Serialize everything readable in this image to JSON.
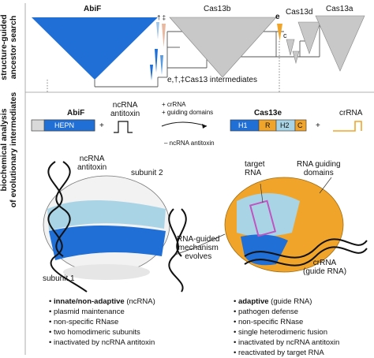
{
  "side_labels": {
    "top": [
      "structure-guided",
      "ancestor search"
    ],
    "bottom": [
      "biochemical analysis",
      "of evolutionary intermediates"
    ]
  },
  "tree": {
    "abif": "AbiF",
    "cas13b": "Cas13b",
    "cas13d": "Cas13d",
    "cas13a": "Cas13a",
    "label_e": "e",
    "label_c": "c",
    "symbols_top": "† ‡",
    "intermediates": "e,†,‡Cas13 intermediates",
    "colors": {
      "abif_blue": "#1f6fd6",
      "cas_grey": "#c8c8c8",
      "cas13e_orange": "#f0a52a"
    }
  },
  "scheme": {
    "abif_title": "AbiF",
    "hepn": "HEPN",
    "plus1": "+",
    "ncrna_antitoxin": [
      "ncRNA",
      "antitoxin"
    ],
    "conditions": [
      "+ crRNA",
      "+ guiding domains"
    ],
    "minus": "– ncRNA antitoxin",
    "cas13e_title": "Cas13e",
    "h1": "H1",
    "r": "R",
    "h2": "H2",
    "c": "C",
    "plus2": "+",
    "crrna": "crRNA"
  },
  "structures": {
    "ncrna_antitoxin": [
      "ncRNA",
      "antitoxin"
    ],
    "subunit2": "subunit 2",
    "subunit1": "subunit 1",
    "target_rna": [
      "target",
      "RNA"
    ],
    "rna_guiding_domains": [
      "RNA guiding",
      "domains"
    ],
    "mechanism": [
      "RNA-guided",
      "mechanism",
      "evolves"
    ],
    "crrna_guide": [
      "crRNA",
      "(guide RNA)"
    ]
  },
  "left_list": {
    "first_bold": "innate/non-adaptive",
    "first_rest": " (ncRNA)",
    "items": [
      "plasmid maintenance",
      "non-specific RNase",
      "two homodimeric subunits",
      "inactivated by ncRNA antitoxin"
    ]
  },
  "right_list": {
    "first_bold": "adaptive",
    "first_rest": " (guide RNA)",
    "items": [
      "pathogen defense",
      "non-specific RNase",
      "single heterodimeric fusion",
      "inactivated by ncRNA antitoxin",
      "reactivated by target RNA"
    ]
  }
}
